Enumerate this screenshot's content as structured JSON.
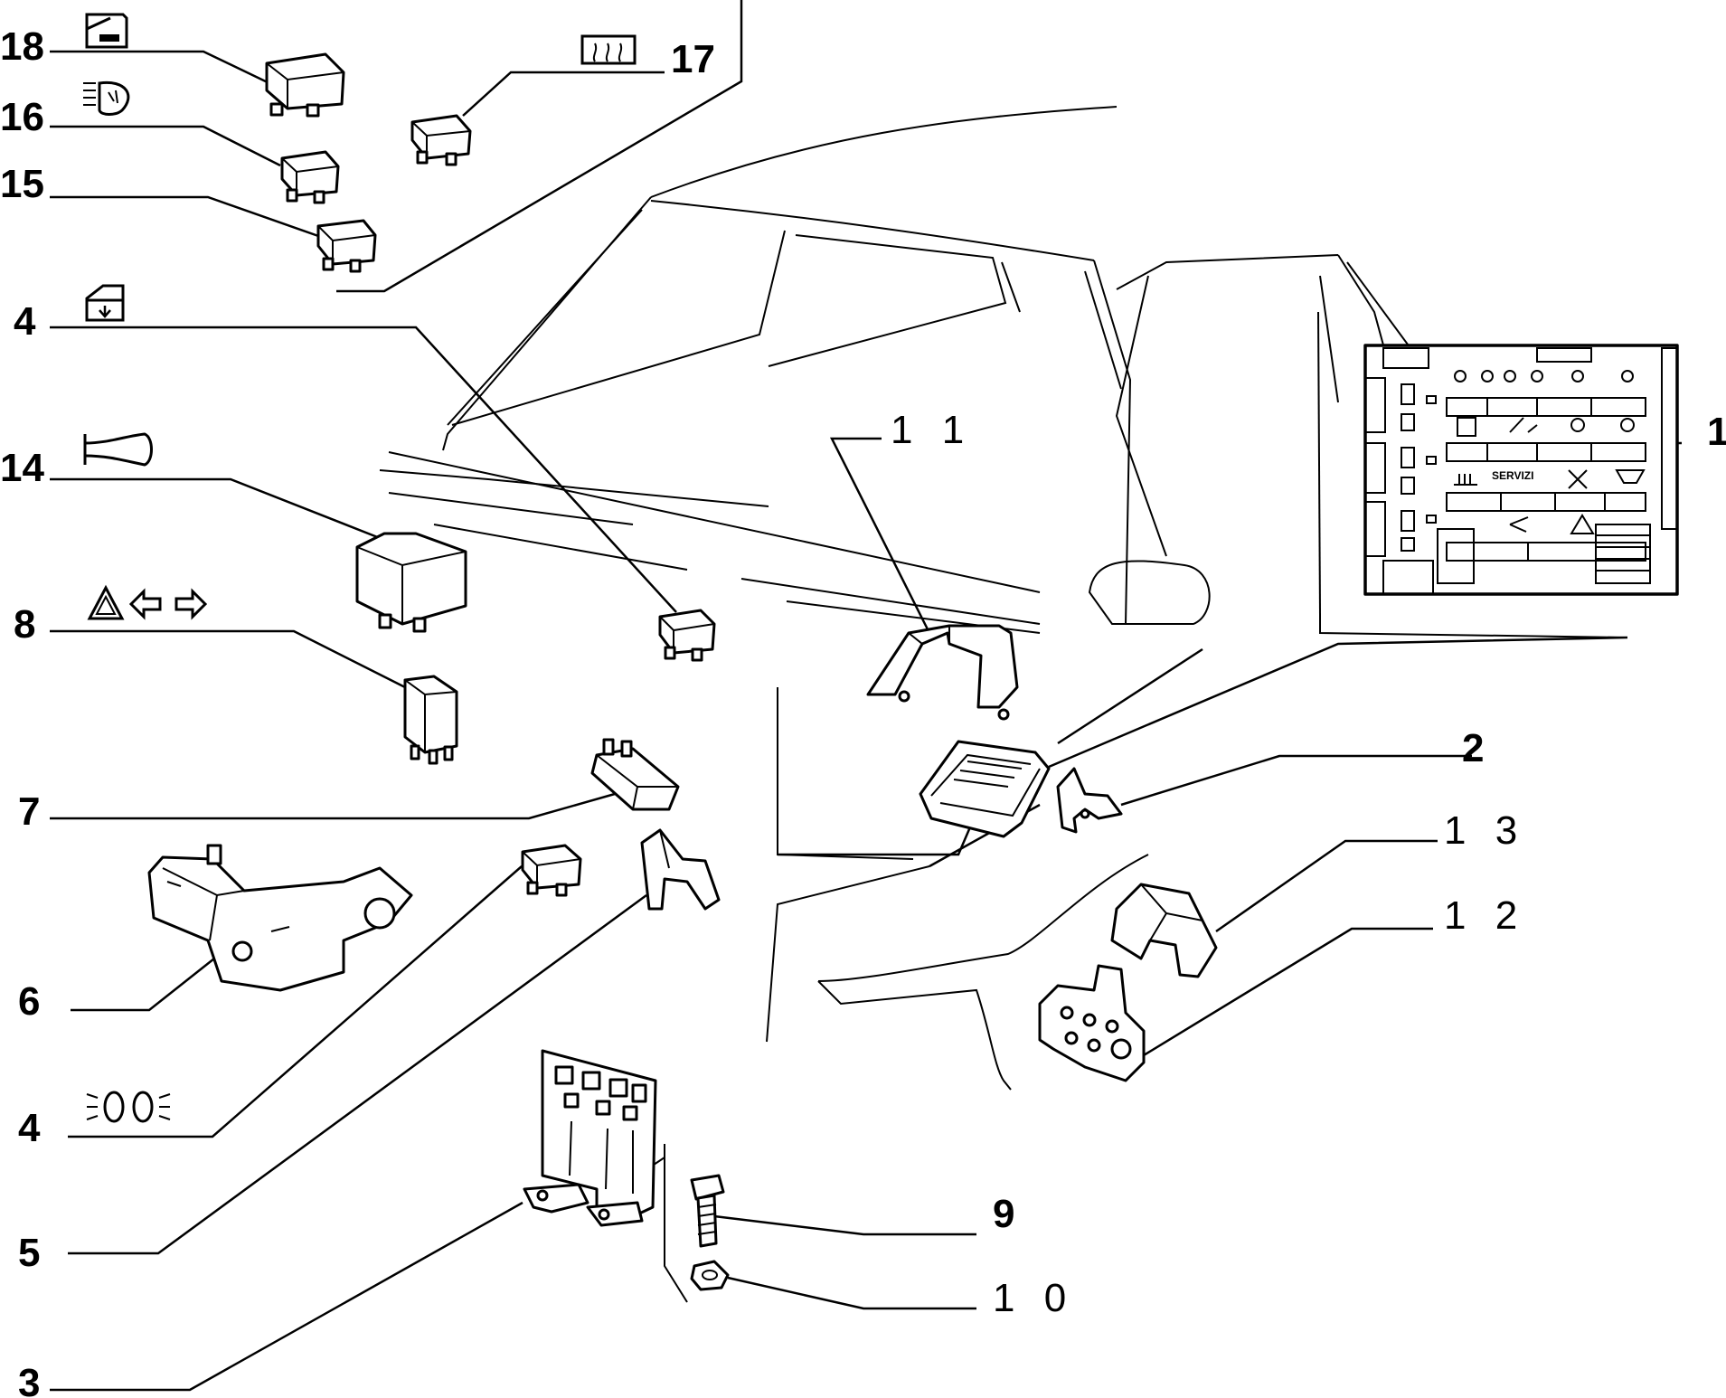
{
  "callouts": {
    "c1": "1",
    "c2": "2",
    "c3": "3",
    "c4_lower": "4",
    "c4_upper": "4",
    "c5": "5",
    "c6": "6",
    "c7": "7",
    "c8": "8",
    "c9": "9",
    "c10": "1 0",
    "c11": "1 1",
    "c12": "1 2",
    "c13": "1 3",
    "c14": "14",
    "c15": "15",
    "c16": "16",
    "c17": "17",
    "c18": "18"
  },
  "fuse_box": {
    "label": "SERVIZI"
  },
  "icons": {
    "c18": "door-lock-icon",
    "c16": "headlamp-washer-icon",
    "c17": "rear-window-defroster-icon",
    "c4_upper": "power-window-icon",
    "c14": "horn-icon",
    "c8": "hazard-turn-signal-icon",
    "c4_lower": "fog-lamp-icon"
  }
}
